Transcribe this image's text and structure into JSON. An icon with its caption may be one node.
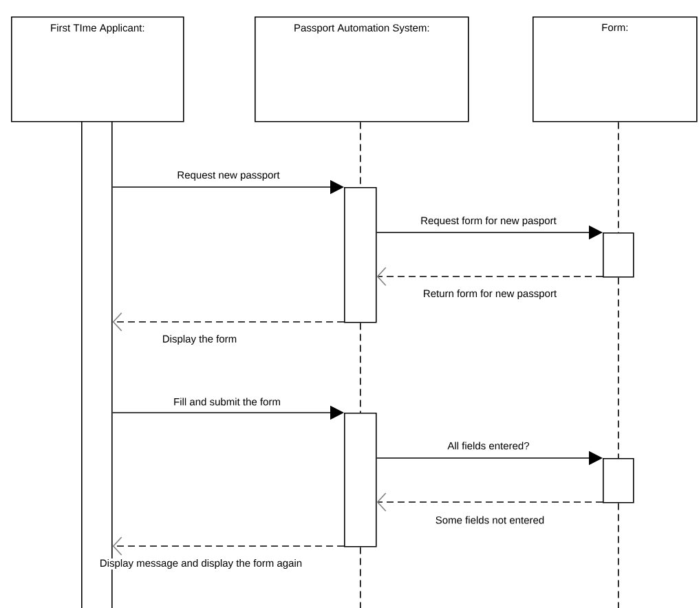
{
  "diagram": {
    "nodes": [
      {
        "text": [
          "First TIme Applicant:"
        ]
      },
      {
        "text": [
          "Passport Automation System:"
        ]
      },
      {
        "text": [
          "Form:"
        ]
      },
      {
        "text": [],
        "shape": "bar"
      },
      {
        "text": [],
        "shape": "bar"
      },
      {
        "text": [],
        "shape": "bar"
      },
      {
        "text": [],
        "shape": "bar"
      },
      {
        "text": [],
        "shape": "bar"
      }
    ],
    "edges": [
      {
        "from": 3,
        "to": 4,
        "arrow": "to",
        "label": "Request new passport"
      },
      {
        "from": 4,
        "to": 5,
        "arrow": "to",
        "label": "Request form for new pasport"
      },
      {
        "from": 5,
        "to": 4,
        "arrow": "to",
        "label": "Return form for new passport",
        "style": "dashed"
      },
      {
        "from": 4,
        "to": 3,
        "arrow": "to",
        "label": "Display the form",
        "style": "dashed"
      },
      {
        "from": 3,
        "to": 6,
        "arrow": "to",
        "label": "Fill and submit the form"
      },
      {
        "from": 6,
        "to": 7,
        "arrow": "to",
        "label": "All fields entered?"
      },
      {
        "from": 7,
        "to": 6,
        "arrow": "to",
        "label": "Some fields not entered",
        "style": "dashed"
      },
      {
        "from": 6,
        "to": 3,
        "arrow": "to",
        "label": "Display message and display the form again",
        "style": "dashed"
      },
      {
        "from": 1,
        "to": 4,
        "arrow": "none",
        "style": "dashed"
      },
      {
        "from": 4,
        "to": 6,
        "arrow": "none",
        "style": "dashed"
      },
      {
        "from": 6,
        "to": null,
        "arrow": "none",
        "style": "dashed"
      },
      {
        "from": 2,
        "to": 5,
        "arrow": "none",
        "style": "dashed"
      },
      {
        "from": 5,
        "to": 7,
        "arrow": "none",
        "style": "dashed"
      },
      {
        "from": 7,
        "to": null,
        "arrow": "none",
        "style": "dashed"
      }
    ]
  }
}
